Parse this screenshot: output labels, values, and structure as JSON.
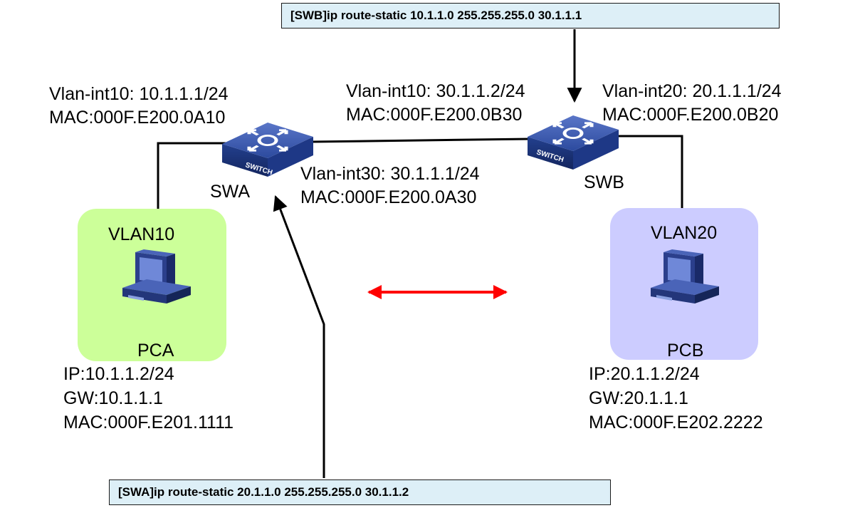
{
  "colors": {
    "vlan10_fill": "#ccff99",
    "vlan20_fill": "#ccccff",
    "command_fill": "#ddeff7",
    "arrow_red": "#ff0000",
    "switch_blue": "#2a3f8f"
  },
  "icons": [
    "switch-icon",
    "switch-icon",
    "computer-icon",
    "computer-icon"
  ],
  "commands": {
    "swb": "[SWB]ip route-static 10.1.1.0 255.255.255.0 30.1.1.1",
    "swa": "[SWA]ip route-static 20.1.1.0 255.255.255.0 30.1.1.2"
  },
  "swa": {
    "name": "SWA",
    "switch_text": "SWITCH",
    "vlan10_if": "Vlan-int10: 10.1.1.1/24",
    "vlan10_mac": "MAC:000F.E200.0A10",
    "vlan30_if": "Vlan-int30: 30.1.1.1/24",
    "vlan30_mac": "MAC:000F.E200.0A30"
  },
  "swb": {
    "name": "SWB",
    "switch_text": "SWITCH",
    "vlan10_if": "Vlan-int10: 30.1.1.2/24",
    "vlan10_mac": "MAC:000F.E200.0B30",
    "vlan20_if": "Vlan-int20: 20.1.1.1/24",
    "vlan20_mac": "MAC:000F.E200.0B20"
  },
  "pca": {
    "vlan": "VLAN10",
    "name": "PCA",
    "ip": "IP:10.1.1.2/24",
    "gw": "GW:10.1.1.1",
    "mac": "MAC:000F.E201.1111"
  },
  "pcb": {
    "vlan": "VLAN20",
    "name": "PCB",
    "ip": "IP:20.1.1.2/24",
    "gw": "GW:20.1.1.1",
    "mac": "MAC:000F.E202.2222"
  }
}
